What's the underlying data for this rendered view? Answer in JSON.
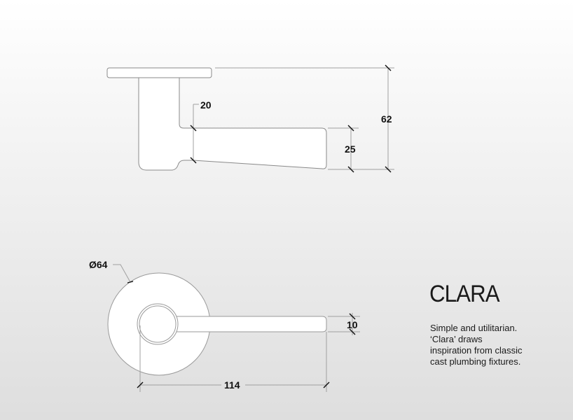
{
  "product": {
    "name": "CLARA",
    "description_lines": [
      "Simple and utilitarian.",
      "‘Clara’ draws",
      "inspiration from classic",
      "cast plumbing fixtures."
    ]
  },
  "side_view": {
    "dimensions": {
      "neck_gap": "20",
      "lever_height": "25",
      "total_depth": "62"
    }
  },
  "top_view": {
    "dimensions": {
      "rose_diameter": "Ø64",
      "lever_width": "10",
      "lever_length": "114"
    }
  },
  "colors": {
    "outline": "#8a8a8a",
    "dimension_line": "#a0a0a0",
    "tick": "#111111",
    "fill": "#ffffff",
    "text": "#111111"
  }
}
